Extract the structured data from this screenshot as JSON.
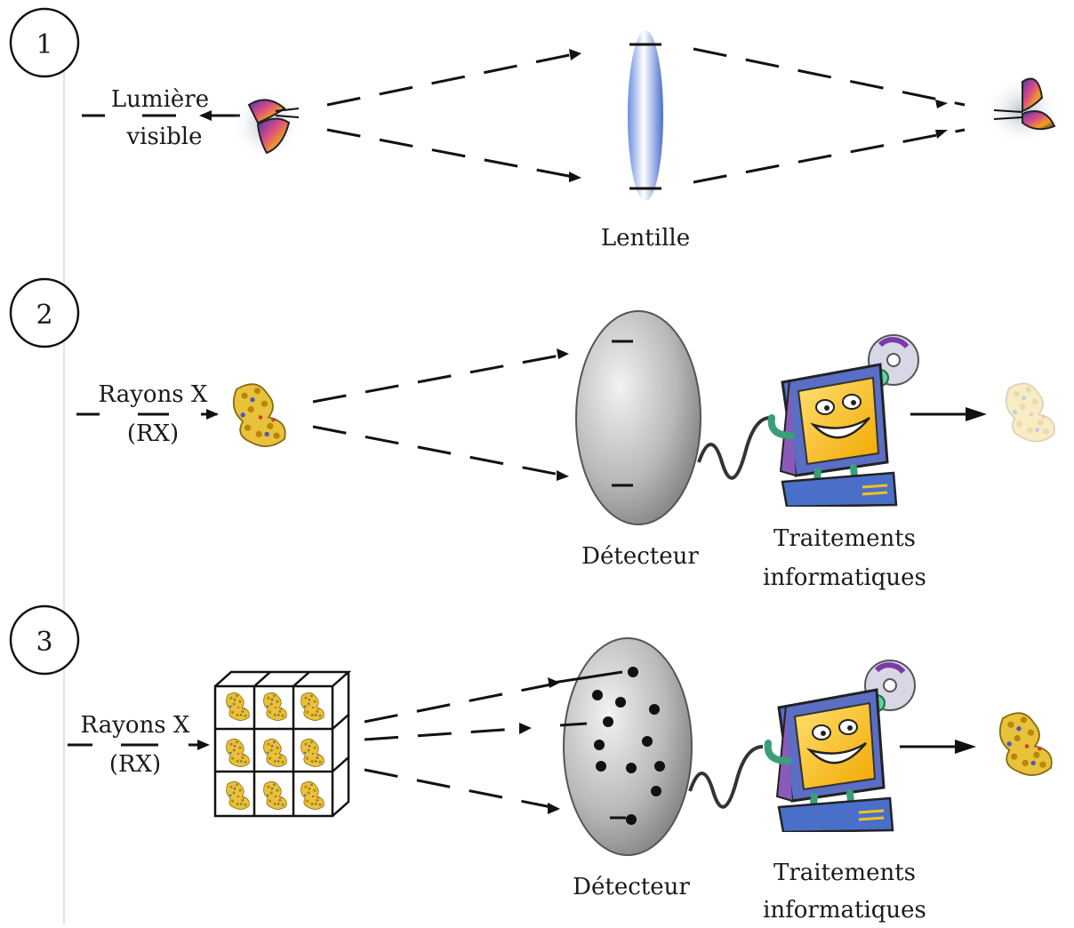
{
  "panels": [
    {
      "number": "1",
      "source_label_line1": "Lumière",
      "source_label_line2": "visible",
      "optic_label": "Lentille"
    },
    {
      "number": "2",
      "source_label_line1": "Rayons X",
      "source_label_line2": "(RX)",
      "detector_label": "Détecteur",
      "processing_label_line1": "Traitements",
      "processing_label_line2": "informatiques"
    },
    {
      "number": "3",
      "source_label_line1": "Rayons X",
      "source_label_line2": "(RX)",
      "detector_label": "Détecteur",
      "processing_label_line1": "Traitements",
      "processing_label_line2": "informatiques"
    }
  ],
  "icons": {
    "butterfly": "butterfly-icon",
    "lens": "lens-icon",
    "molecule": "molecule-icon",
    "detector": "detector-icon",
    "computer": "computer-mascot-icon",
    "crystal": "crystal-lattice-icon"
  },
  "colors": {
    "ink": "#1a1a1a",
    "lens_blue": "#5b7fd6",
    "detector_gray": "#9a9a9a",
    "molecule_gold": "#d9b02a",
    "screen_yellow": "#f5c21c",
    "monitor_blue": "#4a5fb8"
  }
}
